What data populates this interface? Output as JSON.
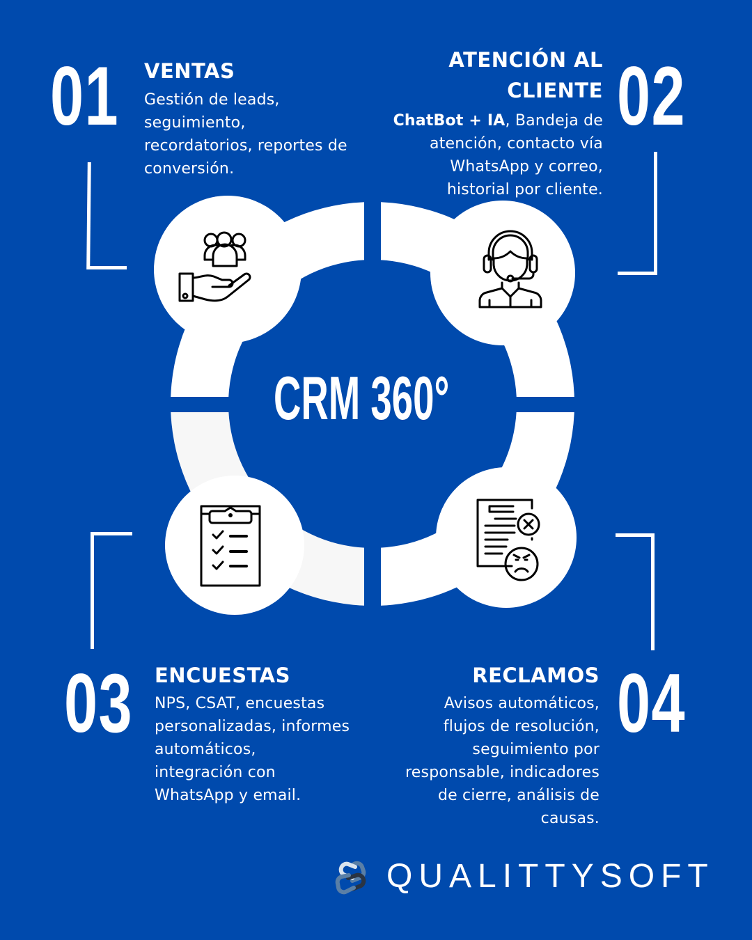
{
  "center": {
    "title": "CRM 360°"
  },
  "sections": [
    {
      "number": "01",
      "title": "VENTAS",
      "description_lines": [
        "Gestión de leads,",
        "seguimiento,",
        "recordatorios, reportes de",
        "conversión."
      ],
      "icon": "hand-holding-people-icon"
    },
    {
      "number": "02",
      "title_lines": [
        "ATENCIÓN AL",
        "CLIENTE"
      ],
      "description_bold": "ChatBot + IA",
      "description_lines": [
        ", Bandeja de",
        "atención, contacto vía",
        "WhatsApp y correo,",
        "historial por cliente."
      ],
      "icon": "customer-support-headset-icon"
    },
    {
      "number": "03",
      "title": "ENCUESTAS",
      "description_lines": [
        "NPS, CSAT, encuestas",
        "personalizadas, informes",
        "automáticos,",
        "integración con",
        "WhatsApp y email."
      ],
      "icon": "clipboard-checklist-icon"
    },
    {
      "number": "04",
      "title": "RECLAMOS",
      "description_lines": [
        "Avisos automáticos,",
        "flujos de resolución,",
        "seguimiento por",
        "responsable, indicadores",
        "de cierre, análisis de",
        "causas."
      ],
      "icon": "complaint-document-angry-icon"
    }
  ],
  "brand": {
    "name": "QUALITTYSOFT",
    "icon": "qualittysoft-logo-icon"
  },
  "colors": {
    "background": "#004aad",
    "ring": "#ffffff",
    "ring_alt": "#f7f7f7",
    "icon_stroke": "#000000"
  }
}
